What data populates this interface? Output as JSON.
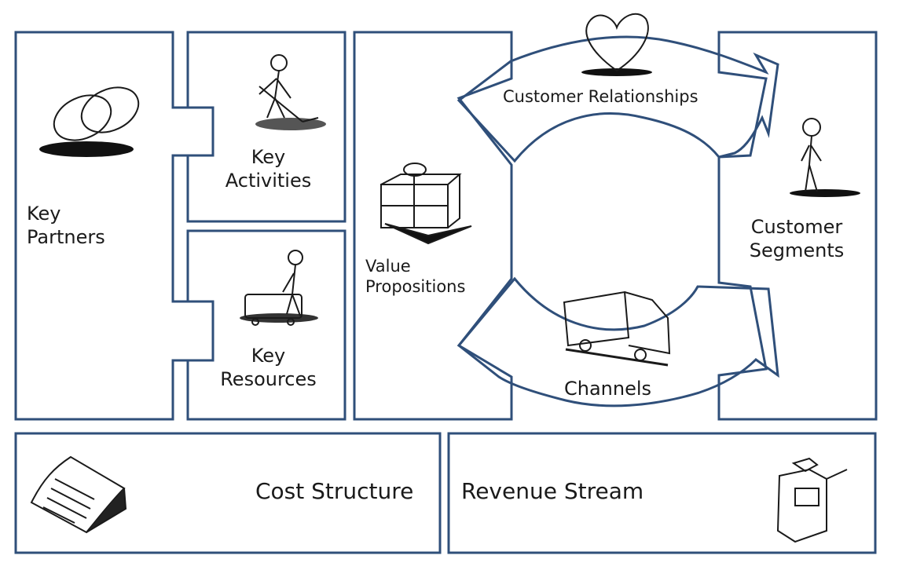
{
  "canvas": {
    "labels": {
      "key_partners": [
        "Key",
        "Partners"
      ],
      "key_activities": [
        "Key",
        "Activities"
      ],
      "key_resources": [
        "Key",
        "Resources"
      ],
      "value_propositions": [
        "Value",
        "Propositions"
      ],
      "customer_relationships": "Customer Relationships",
      "channels": "Channels",
      "customer_segments": [
        "Customer",
        "Segments"
      ],
      "cost_structure": "Cost Structure",
      "revenue_stream": "Revenue Stream"
    },
    "icons": {
      "key_partners": "linked-rings-icon",
      "key_activities": "person-shoveling-icon",
      "key_resources": "person-with-cart-icon",
      "value_propositions": "gift-box-icon",
      "customer_relationships": "heart-icon",
      "channels": "delivery-truck-icon",
      "customer_segments": "standing-person-icon",
      "cost_structure": "paper-document-icon",
      "revenue_stream": "cash-register-icon"
    },
    "colors": {
      "border": "#2f4f7a",
      "background": "#ffffff",
      "text": "#1a1a1a"
    }
  }
}
